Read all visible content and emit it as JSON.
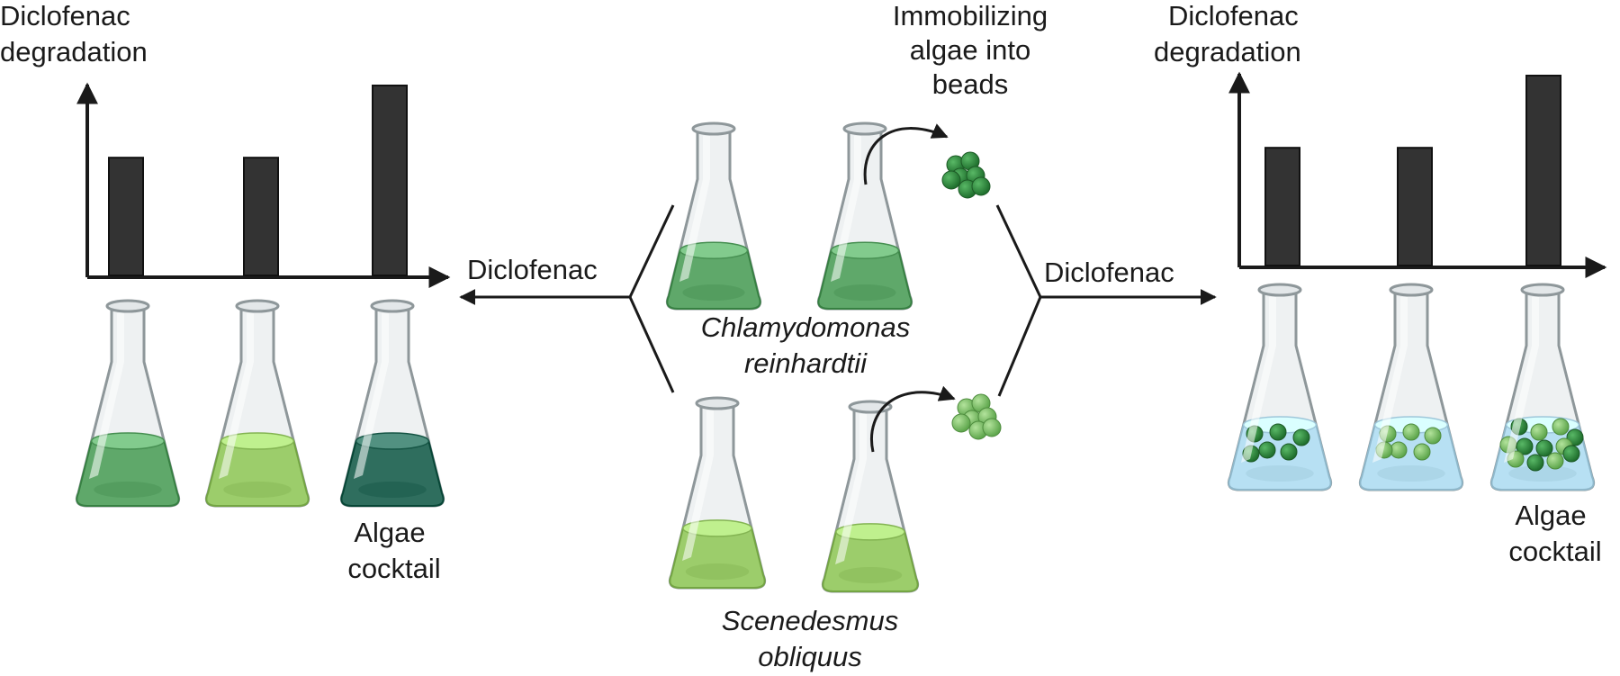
{
  "left_chart": {
    "ylabel": [
      "Diclofenac",
      "degradation"
    ],
    "values": [
      0.62,
      0.62,
      1.0
    ],
    "flask_colors": [
      "#5fa86a",
      "#9ccd6b",
      "#2f6e5e"
    ],
    "flask_label": [
      "Algae",
      "cocktail"
    ]
  },
  "center": {
    "left_arrow_label": "Diclofenac",
    "right_arrow_label": "Diclofenac",
    "immobilizing_label": [
      "Immobilizing",
      "algae into",
      "beads"
    ],
    "species_top": [
      "Chlamydomonas",
      "reinhardtii"
    ],
    "species_bottom": [
      "Scenedesmus",
      "obliquus"
    ],
    "top_color": "#5fa86a",
    "bottom_color": "#9ccd6b",
    "dark_bead_color": "#2f8a3e",
    "light_bead_color": "#7ec56a"
  },
  "right_chart": {
    "ylabel": [
      "Diclofenac",
      "degradation"
    ],
    "values": [
      0.62,
      0.62,
      1.0
    ],
    "water_color": "#b7e0f3",
    "flask_label": [
      "Algae",
      "cocktail"
    ]
  }
}
